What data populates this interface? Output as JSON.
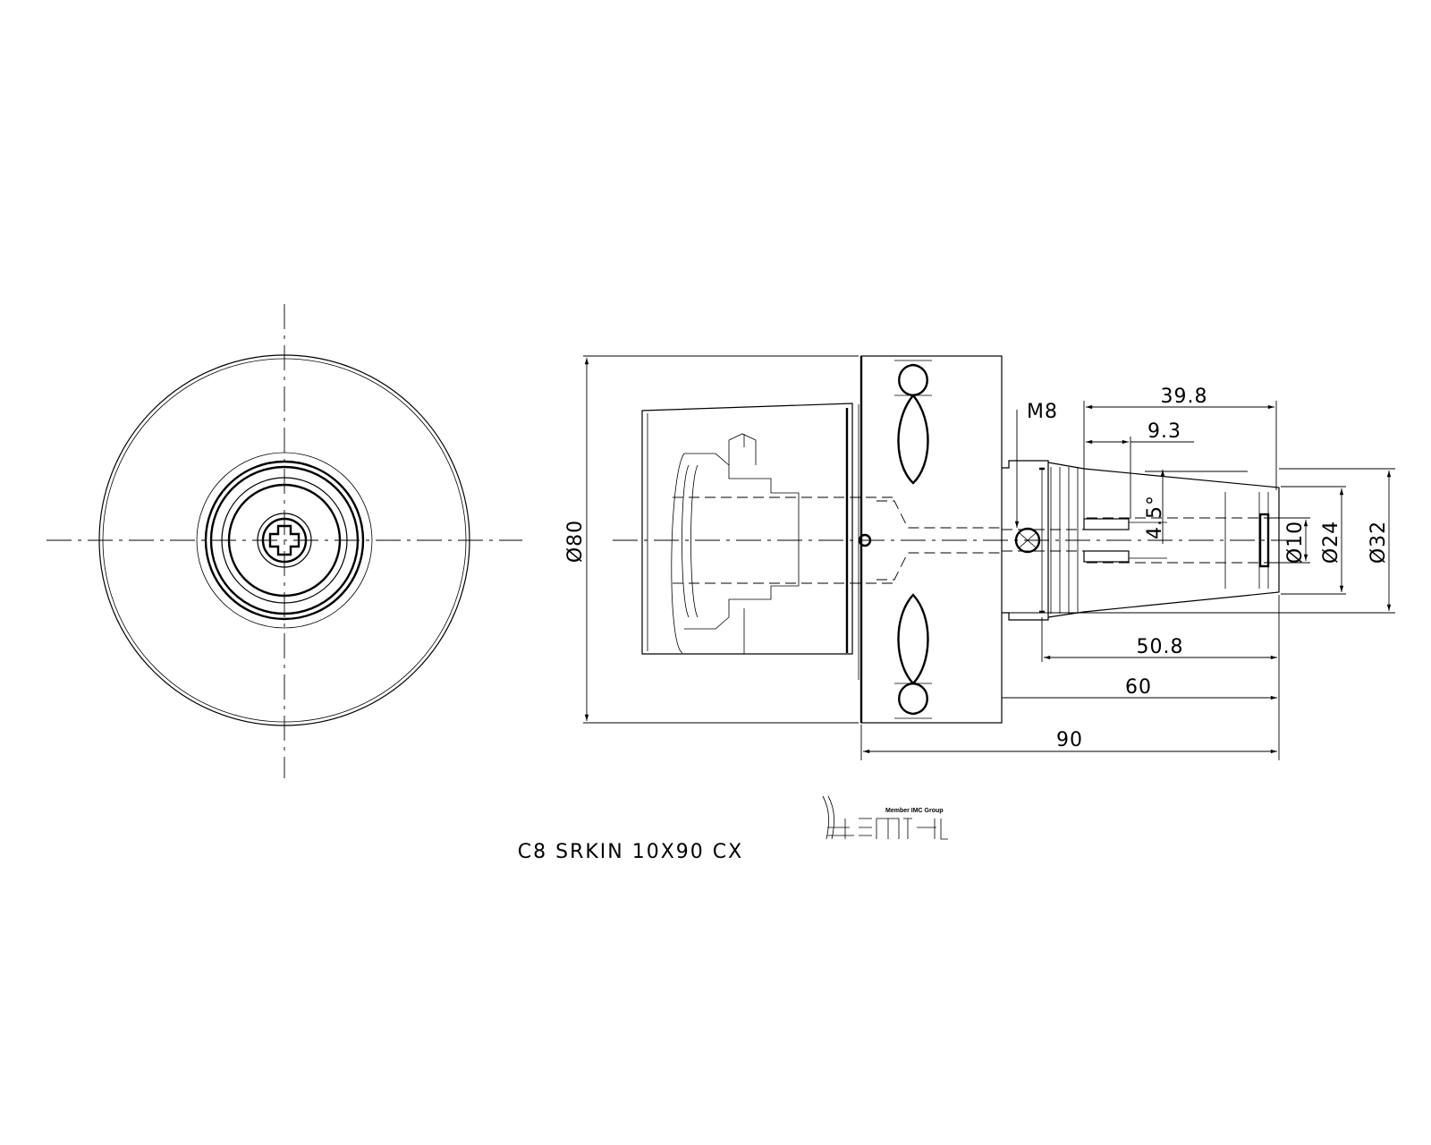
{
  "drawing": {
    "dimensions": {
      "d_flange": "Ø80",
      "thread": "M8",
      "len_39_8": "39.8",
      "len_9_3": "9.3",
      "angle": "4.5°",
      "d_bore": "Ø10",
      "d_nose": "Ø24",
      "d_shank": "Ø32",
      "len_50_8": "50.8",
      "len_60": "60",
      "len_90": "90"
    }
  },
  "logo": {
    "tagline": "Member IMC Group",
    "brand": "iscar"
  },
  "caption": "C8 SRKIN 10X90 CX"
}
